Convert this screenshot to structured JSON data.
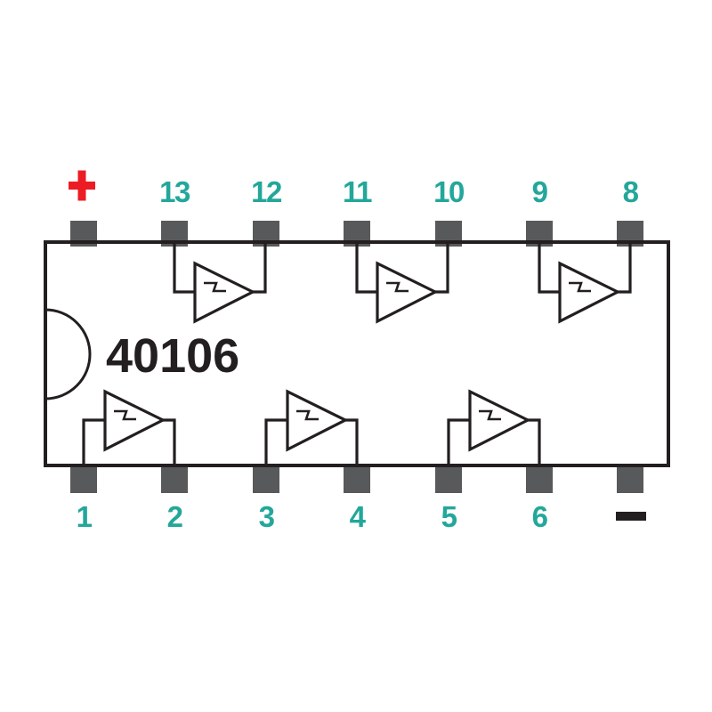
{
  "chip": {
    "part_number": "40106"
  },
  "terminals": {
    "positive": {
      "symbol": "+",
      "color": "#ec1c24"
    },
    "negative": {
      "symbol": "−",
      "color": "#231f20"
    }
  },
  "pins": {
    "top": [
      "+",
      "13",
      "12",
      "11",
      "10",
      "9",
      "8"
    ],
    "bottom": [
      "1",
      "2",
      "3",
      "4",
      "5",
      "6",
      "−"
    ]
  },
  "gate_type": "schmitt-trigger-inverter",
  "gates": [
    {
      "row": "top",
      "input_pin": "13",
      "output_pin": "12"
    },
    {
      "row": "top",
      "input_pin": "11",
      "output_pin": "10"
    },
    {
      "row": "top",
      "input_pin": "9",
      "output_pin": "8"
    },
    {
      "row": "bottom",
      "input_pin": "1",
      "output_pin": "2"
    },
    {
      "row": "bottom",
      "input_pin": "3",
      "output_pin": "4"
    },
    {
      "row": "bottom",
      "input_pin": "5",
      "output_pin": "6"
    }
  ],
  "colors": {
    "pin_number": "#23a79a",
    "positive_terminal": "#ec1c24",
    "line": "#231f20",
    "pin_stub": "#58595b",
    "background": "#ffffff"
  }
}
